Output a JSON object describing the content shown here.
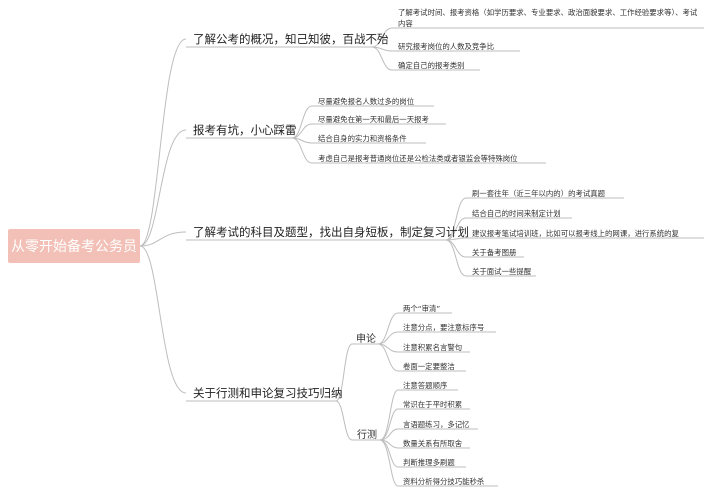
{
  "root": "从零开始备考公务员",
  "branches": [
    {
      "label": "了解公考的概况，知己知彼，百战不殆",
      "children": [
        "了解考试时间、报考资格（如学历要求、专业要求、政治面貌要求、工作经验要求等）、考试内容",
        "研究报考岗位的人数及竞争比",
        "确定自己的报考类别"
      ]
    },
    {
      "label": "报考有坑，小心踩雷",
      "children": [
        "尽量避免报名人数过多的岗位",
        "尽量避免在第一天和最后一天报考",
        "结合自身的实力和资格条件",
        "考虑自己是报考普通岗位还是公检法类或者银监会等特殊岗位"
      ]
    },
    {
      "label": "了解考试的科目及题型，找出自身短板，制定复习计划",
      "children": [
        "刷一套往年（近三年以内的）的考试真题",
        "结合自己的时间来制定计划",
        "建议报考笔试培训班，比如可以报考线上的网课，进行系统的复",
        "关于备考图册",
        "关于面试一些提醒"
      ]
    },
    {
      "label": "关于行测和申论复习技巧归纳",
      "groups": [
        {
          "label": "申论",
          "children": [
            "两个“审清”",
            "注意分点，要注意标序号",
            "注意积累名言警句",
            "卷面一定要整洁"
          ]
        },
        {
          "label": "行测",
          "children": [
            "注意答题顺序",
            "常识在于平时积累",
            "言语题练习，多记忆",
            "数量关系有所取舍",
            "判断推理多刷题",
            "资料分析得分技巧能秒杀"
          ]
        }
      ]
    }
  ],
  "colors": {
    "root_bg": "#f2c0b6",
    "root_text": "#ffffff",
    "line": "#bdbdbd"
  }
}
